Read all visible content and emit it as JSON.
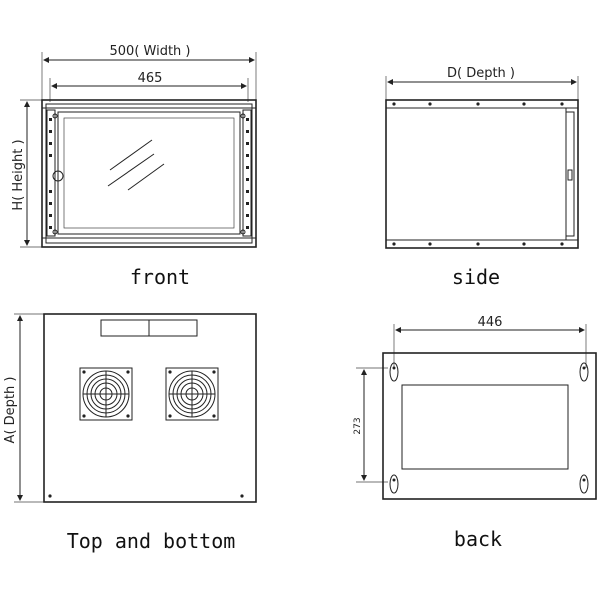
{
  "views": {
    "front": {
      "caption": "front",
      "width_label": "500( Width )",
      "inner_width_label": "465",
      "height_label": "H( Height )"
    },
    "side": {
      "caption": "side",
      "depth_label": "D( Depth )"
    },
    "top": {
      "caption": "Top and bottom",
      "depth_label": "A( Depth )"
    },
    "back": {
      "caption": "back",
      "width_label": "446",
      "height_label": "273"
    }
  },
  "colors": {
    "line": "#222222",
    "background": "#ffffff"
  }
}
